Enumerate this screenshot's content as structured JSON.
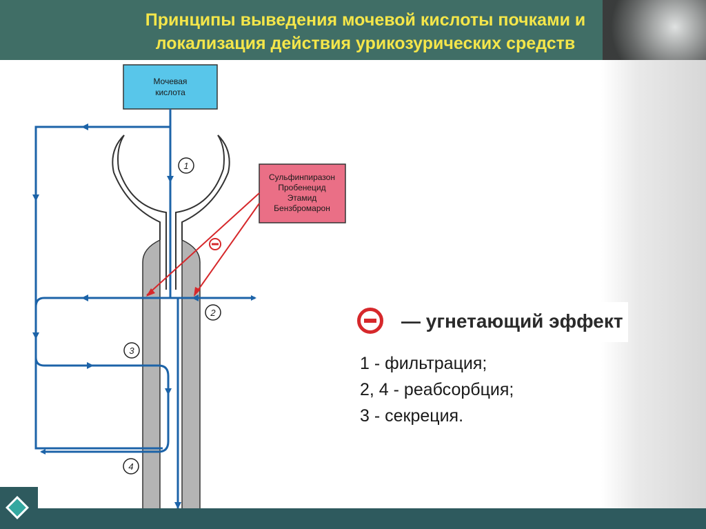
{
  "slide": {
    "title_line1": "Принципы выведения мочевой кислоты почками и",
    "title_line2": "локализация действия урикозурических средств"
  },
  "diagram": {
    "source_box": {
      "line1": "Мочевая",
      "line2": "кислота",
      "fill": "#58c6ea"
    },
    "drug_box": {
      "drugs": [
        "Сульфинпиразон",
        "Пробенецид",
        "Этамид",
        "Бензбромарон"
      ],
      "fill": "#ea6f86"
    },
    "step_markers": [
      "1",
      "2",
      "3",
      "4"
    ],
    "inhibit_symbol": "⊖",
    "colors": {
      "flow": "#1c63a8",
      "inhibit": "#d6282b",
      "tubule": "#b4b4b4"
    }
  },
  "legend": {
    "label": "— угнетающий эффект"
  },
  "notes": [
    "1 - фильтрация;",
    "2, 4 - реабсорбция;",
    "3 - секреция."
  ]
}
